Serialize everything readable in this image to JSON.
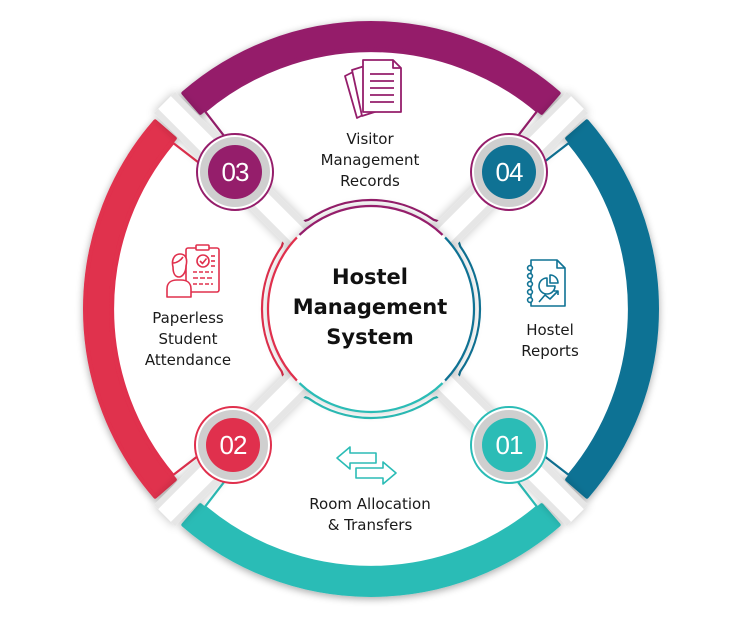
{
  "title": {
    "lines": [
      "Hostel",
      "Management",
      "System"
    ]
  },
  "segments": [
    {
      "id": "01",
      "number": "01",
      "label_lines": [
        "Room Allocation",
        "& Transfers"
      ],
      "icon": "swap-arrows-icon",
      "color": "#2bbcb6"
    },
    {
      "id": "02",
      "number": "02",
      "label_lines": [
        "Paperless",
        "Student",
        "Attendance"
      ],
      "icon": "student-attendance-icon",
      "color": "#e0304d"
    },
    {
      "id": "03",
      "number": "03",
      "label_lines": [
        "Visitor",
        "Management",
        "Records"
      ],
      "icon": "documents-icon",
      "color": "#951e6b"
    },
    {
      "id": "04",
      "number": "04",
      "label_lines": [
        "Hostel",
        "Reports"
      ],
      "icon": "report-chart-icon",
      "color": "#0f7294"
    }
  ],
  "colors": {
    "badge_ring": "#cfcfcf",
    "background": "#ffffff",
    "text": "#1a1a1a"
  }
}
